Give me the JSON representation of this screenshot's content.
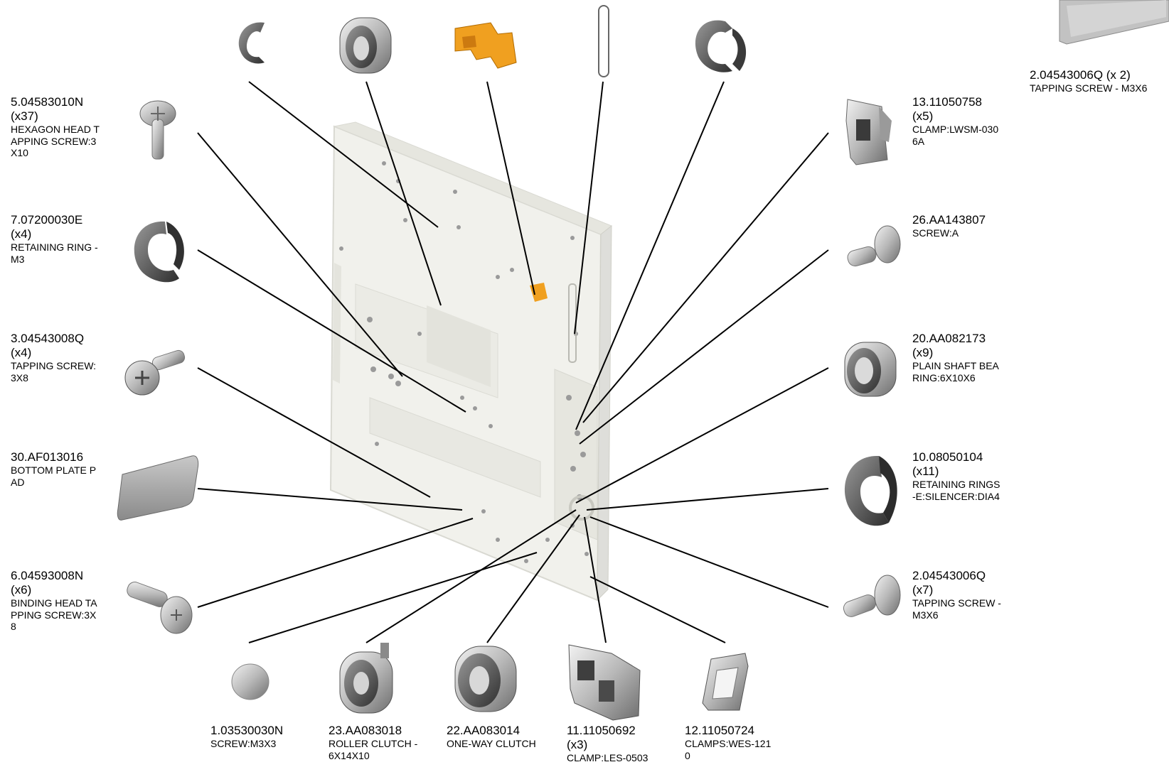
{
  "labels": {
    "top_right": {
      "part": "2.04543006Q (x 2)",
      "desc": "TAPPING SCREW - M3X6"
    },
    "left_1": {
      "part": "5.04583010N",
      "qty": "(x37)",
      "desc1": "HEXAGON HEAD T",
      "desc2": "APPING SCREW:3",
      "desc3": "X10"
    },
    "left_2": {
      "part": "7.07200030E",
      "qty": "(x4)",
      "desc1": "RETAINING RING -",
      "desc2": "M3"
    },
    "left_3": {
      "part": "3.04543008Q",
      "qty": "(x4)",
      "desc1": "TAPPING SCREW:",
      "desc2": "3X8"
    },
    "left_4": {
      "part": "30.AF013016",
      "desc1": "BOTTOM PLATE P",
      "desc2": "AD"
    },
    "left_5": {
      "part": "6.04593008N",
      "qty": "(x6)",
      "desc1": "BINDING HEAD TA",
      "desc2": "PPING SCREW:3X",
      "desc3": "8"
    },
    "right_1": {
      "part": "13.11050758",
      "qty": "(x5)",
      "desc1": "CLAMP:LWSM-030",
      "desc2": "6A"
    },
    "right_2": {
      "part": "26.AA143807",
      "desc1": "SCREW:A"
    },
    "right_3": {
      "part": "20.AA082173",
      "qty": "(x9)",
      "desc1": "PLAIN SHAFT BEA",
      "desc2": "RING:6X10X6"
    },
    "right_4": {
      "part": "10.08050104",
      "qty": "(x11)",
      "desc1": "RETAINING RINGS",
      "desc2": "-E:SILENCER:DIA4"
    },
    "right_5": {
      "part": "2.04543006Q",
      "qty": "(x7)",
      "desc1": "TAPPING SCREW -",
      "desc2": " M3X6"
    },
    "bottom_1": {
      "part": "1.03530030N",
      "desc1": "SCREW:M3X3"
    },
    "bottom_2": {
      "part": "23.AA083018",
      "desc1": "ROLLER CLUTCH -",
      "desc2": " 6X14X10"
    },
    "bottom_3": {
      "part": "22.AA083014",
      "desc1": "ONE-WAY CLUTCH"
    },
    "bottom_4": {
      "part": "11.11050692",
      "qty": "(x3)",
      "desc1": "CLAMP:LES-0503"
    },
    "bottom_5": {
      "part": "12.11050724",
      "desc1": "CLAMPS:WES-121",
      "desc2": "0"
    }
  },
  "colors": {
    "leader": "#000000",
    "part_grey": "#9a9a9a",
    "part_dark": "#555555",
    "frame": "#ecece6",
    "accent_part": "#f0a020"
  }
}
